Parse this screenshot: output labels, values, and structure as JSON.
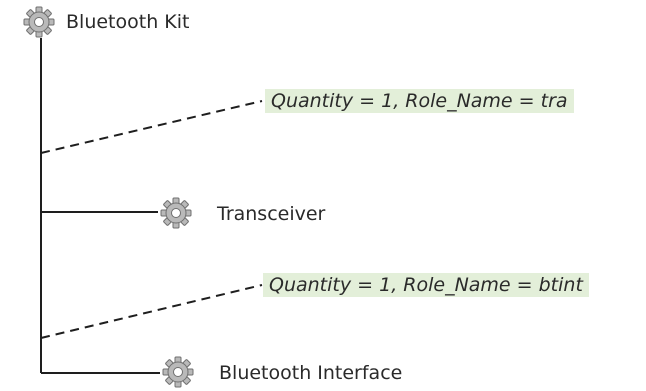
{
  "root": {
    "label": "Bluetooth Kit",
    "icon": "gear-icon"
  },
  "children": [
    {
      "label": "Transceiver",
      "icon": "gear-icon",
      "annotation": "Quantity = 1, Role_Name = tra"
    },
    {
      "label": "Bluetooth Interface",
      "icon": "gear-icon",
      "annotation": "Quantity = 1, Role_Name = btint"
    }
  ],
  "colors": {
    "line": "#1e1e1e",
    "annotation_bg": "#e3efd9",
    "text": "#2a2a2a",
    "gear_fill": "#b9b9b9",
    "gear_stroke": "#6f6f6f"
  }
}
